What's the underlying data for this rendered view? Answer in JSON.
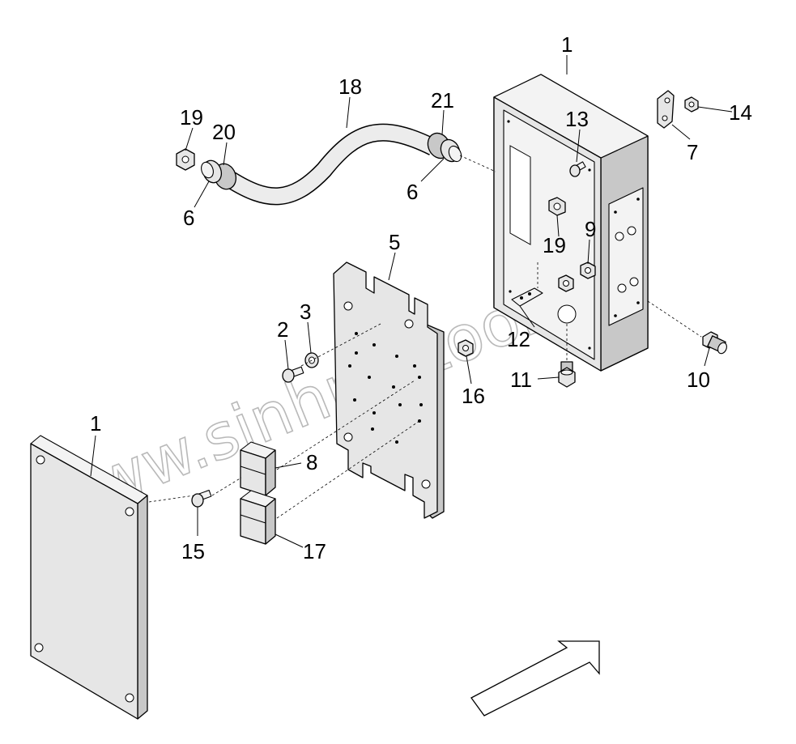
{
  "labels": {
    "box_top": "1",
    "cover_bottom": "1",
    "screw_2": "2",
    "washer_3": "3",
    "plate_5": "5",
    "fitting_6_left": "6",
    "fitting_6_right": "6",
    "bracket_7": "7",
    "block_8": "8",
    "nut_9": "9",
    "connector_10": "10",
    "connector_11": "11",
    "terminal_12": "12",
    "screw_13": "13",
    "nut_14": "14",
    "screw_15": "15",
    "nut_16": "16",
    "block_17": "17",
    "hose_18": "18",
    "nut_19_left": "19",
    "nut_19_box": "19",
    "ring_20": "20",
    "ring_21": "21"
  },
  "watermark": "www.sinhrontoo.kz"
}
